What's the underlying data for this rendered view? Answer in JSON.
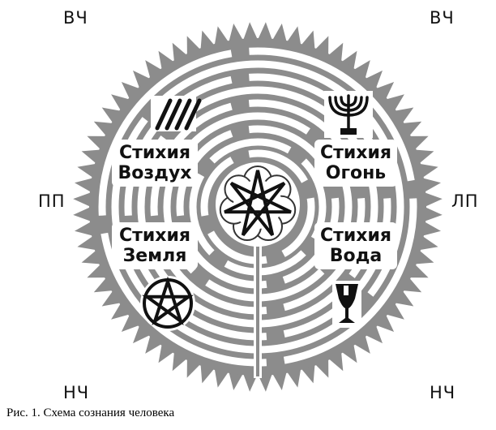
{
  "corners": {
    "top_left": "ВЧ",
    "top_right": "ВЧ",
    "middle_left": "ПП",
    "middle_right": "ЛП",
    "bottom_left": "НЧ",
    "bottom_right": "НЧ"
  },
  "elements": {
    "air": {
      "line1": "Стихия",
      "line2": "Воздух"
    },
    "fire": {
      "line1": "Стихия",
      "line2": "Огонь"
    },
    "earth": {
      "line1": "Стихия",
      "line2": "Земля"
    },
    "water": {
      "line1": "Стихия",
      "line2": "Вода"
    }
  },
  "caption": "Рис. 1. Схема сознания человека",
  "colors": {
    "ink": "#111111",
    "maze_fill": "#8c8c8c",
    "paper": "#ffffff"
  },
  "symbols": [
    "air-strokes-icon",
    "menorah-icon",
    "pentagram-icon",
    "chalice-icon",
    "heptagram-icon"
  ]
}
